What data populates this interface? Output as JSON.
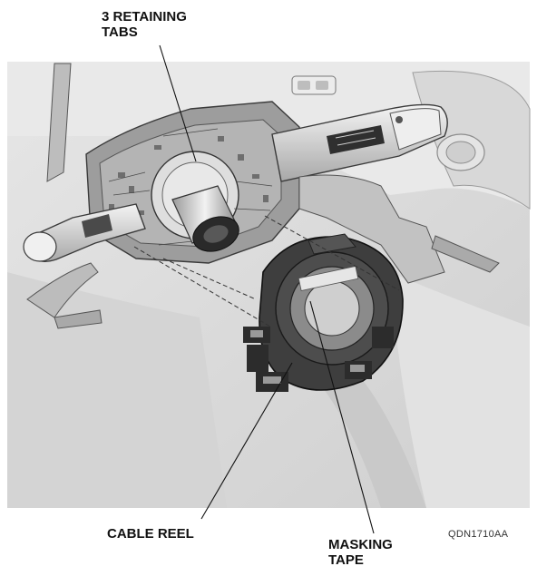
{
  "labels": {
    "retaining_tabs": [
      "3 RETAINING",
      "TABS"
    ],
    "cable_reel": "CABLE REEL",
    "masking_tape": [
      "MASKING",
      "TAPE"
    ]
  },
  "figure_code": "QDN1710AA",
  "colors": {
    "background": "#ffffff",
    "panel": "#dcdcdc",
    "panel_light": "#ececec",
    "part_dark": "#3c3c3c",
    "part_mid": "#7a7a7a",
    "part_light": "#cfcfcf",
    "leader": "#111111"
  },
  "icons": [
    "steering-column-illustration",
    "cable-reel-illustration"
  ]
}
